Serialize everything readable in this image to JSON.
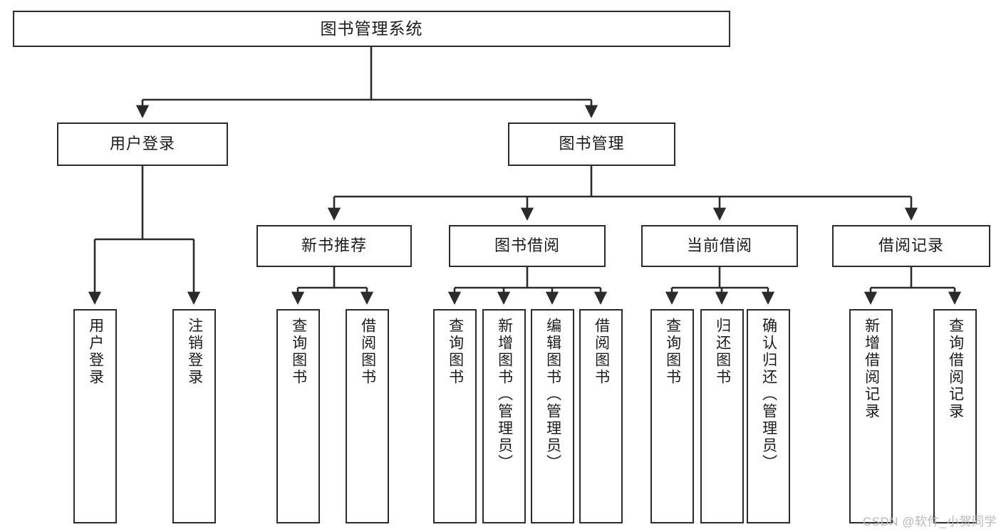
{
  "diagram": {
    "title": "图书管理系统",
    "watermark": "CSDN @软件_小贺同学",
    "accent_color": "#2b2b2b",
    "background_color": "#ffffff",
    "nodes": {
      "root": "图书管理系统",
      "user_login": "用户登录",
      "book_manage": "图书管理",
      "new_book_rec": "新书推荐",
      "book_borrow": "图书借阅",
      "current_borrow": "当前借阅",
      "borrow_record": "借阅记录",
      "leaf_user_login": "用户登录",
      "leaf_logout_login": "注销登录",
      "leaf_query_book_1": "查询图书",
      "leaf_borrow_book_1": "借阅图书",
      "leaf_query_book_2": "查询图书",
      "leaf_add_book_admin": "新增图书（管理员）",
      "leaf_edit_book_admin": "编辑图书（管理员）",
      "leaf_borrow_book_2": "借阅图书",
      "leaf_query_book_3": "查询图书",
      "leaf_return_book": "归还图书",
      "leaf_confirm_return_admin": "确认归还（管理员）",
      "leaf_add_borrow_record": "新增借阅记录",
      "leaf_query_borrow_record": "查询借阅记录"
    }
  }
}
